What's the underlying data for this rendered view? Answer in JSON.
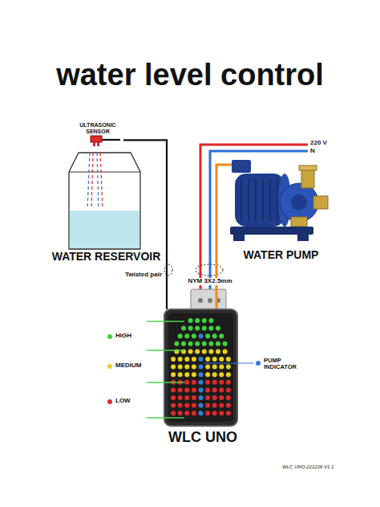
{
  "diagram": {
    "title": "water level control",
    "nodes": [
      {
        "text": [
          "ULTRASONIC SENSOR"
        ]
      },
      {
        "text": [
          "WATER RESERVOIR"
        ]
      },
      {
        "text": [
          "WATER PUMP"
        ]
      },
      {
        "text": [
          "WLC UNO"
        ]
      }
    ],
    "edges": [
      {
        "from": 0,
        "to": 3,
        "arrow": "none",
        "label": "Twisted pair"
      },
      {
        "from": 3,
        "to": 2,
        "arrow": "none",
        "label": "NYM 3X2.5mm"
      }
    ],
    "labels": [
      "220 V",
      "N",
      "HIGH",
      "MEDIUM",
      "LOW",
      "PUMP INDICATOR",
      "WLC UNO-221226 V1.1"
    ]
  }
}
